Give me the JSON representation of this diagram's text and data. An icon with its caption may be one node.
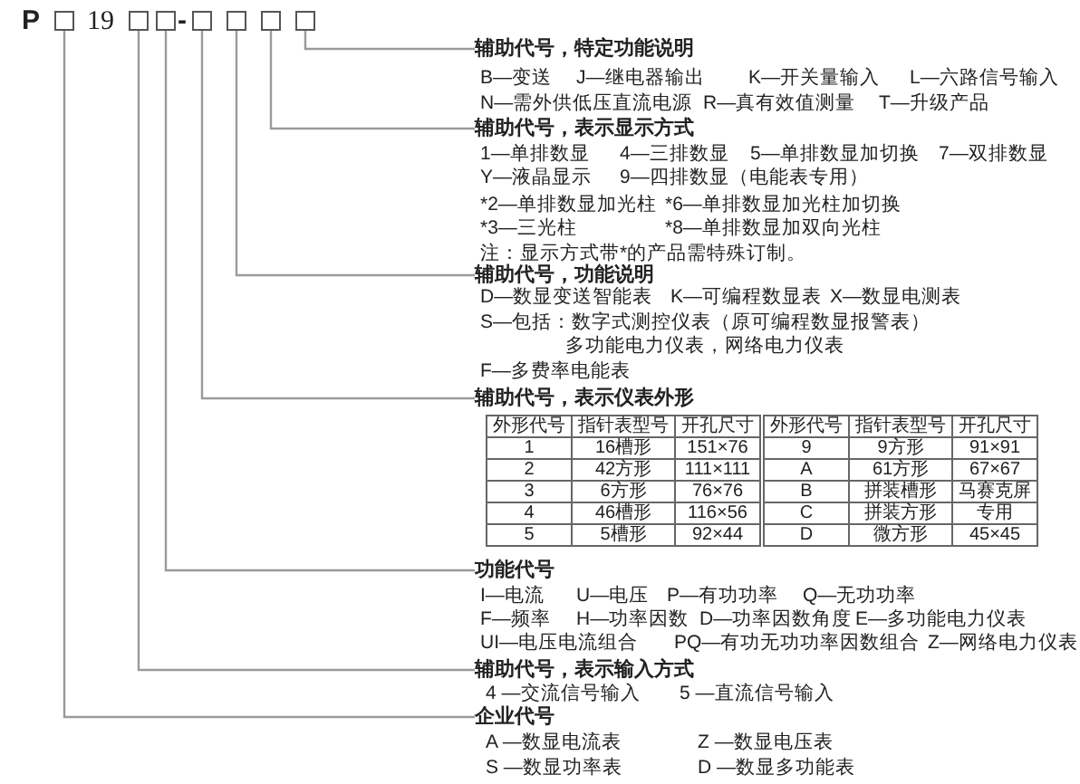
{
  "diagram": {
    "nodes": [
      {
        "text": [],
        "shape": "box"
      },
      {
        "text": [],
        "shape": "box"
      },
      {
        "text": [],
        "shape": "box"
      },
      {
        "text": [],
        "shape": "box"
      },
      {
        "text": [],
        "shape": "box"
      },
      {
        "text": [],
        "shape": "box"
      },
      {
        "text": [],
        "shape": "box"
      },
      {
        "text": [
          "辅助代号，特定功能说明"
        ]
      },
      {
        "text": [
          "辅助代号，表示显示方式"
        ]
      },
      {
        "text": [
          "辅助代号，功能说明"
        ]
      },
      {
        "text": [
          "辅助代号，表示仪表外形"
        ]
      },
      {
        "text": [
          "功能代号"
        ]
      },
      {
        "text": [
          "辅助代号，表示输入方式"
        ]
      },
      {
        "text": [
          "企业代号"
        ]
      }
    ],
    "edges": [
      {
        "from": 7,
        "to": 6,
        "arrow": "none"
      },
      {
        "from": 8,
        "to": 5,
        "arrow": "none"
      },
      {
        "from": 9,
        "to": 4,
        "arrow": "none"
      },
      {
        "from": 10,
        "to": 3,
        "arrow": "none"
      },
      {
        "from": 11,
        "to": 2,
        "arrow": "none"
      },
      {
        "from": 12,
        "to": 1,
        "arrow": "none"
      },
      {
        "from": 13,
        "to": 0,
        "arrow": "none"
      }
    ],
    "labels": [
      "P",
      "19",
      "-",
      "B—变送",
      "J—继电器输出",
      "K—开关量输入",
      "L—六路信号输入",
      "N—需外供低压直流电源",
      "R—真有效值测量",
      "T—升级产品",
      "1—单排数显",
      "4—三排数显",
      "5—单排数显加切换",
      "7—双排数显",
      "Y—液晶显示",
      "9—四排数显（电能表专用）",
      "*2—单排数显加光柱",
      "*6—单排数显加光柱加切换",
      "*3—三光柱",
      "*8—单排数显加双向光柱",
      "注：显示方式带*的产品需特殊订制。",
      "D—数显变送智能表",
      "K—可编程数显表",
      "X—数显电测表",
      "S—包括：数字式测控仪表（原可编程数显报警表）多功能电力仪表，网络电力仪表",
      "F—多费率电能表",
      "外形代号",
      "指针表型号",
      "开孔尺寸",
      "外形代号",
      "指针表型号",
      "开孔尺寸",
      "1",
      "16槽形",
      "151×76",
      "9",
      "9方形",
      "91×91",
      "2",
      "42方形",
      "111×111",
      "A",
      "61方形",
      "67×67",
      "3",
      "6方形",
      "76×76",
      "B",
      "拼装槽形",
      "马赛克屏",
      "4",
      "46槽形",
      "116×56",
      "C",
      "拼装方形",
      "专用",
      "5",
      "5槽形",
      "92×44",
      "D",
      "微方形",
      "45×45",
      "I—电流",
      "U—电压",
      "P—有功功率",
      "Q—无功功率",
      "F—频率",
      "H—功率因数",
      "D—功率因数角度",
      "E—多功能电力仪表",
      "UI—电压电流组合",
      "PQ—有功无功功率因数组合",
      "Z—网络电力仪表",
      "4 —交流信号输入",
      "5 —直流信号输入",
      "A —数显电流表",
      "Z —数显电压表",
      "S —数显功率表",
      "D —数显多功能表"
    ]
  }
}
